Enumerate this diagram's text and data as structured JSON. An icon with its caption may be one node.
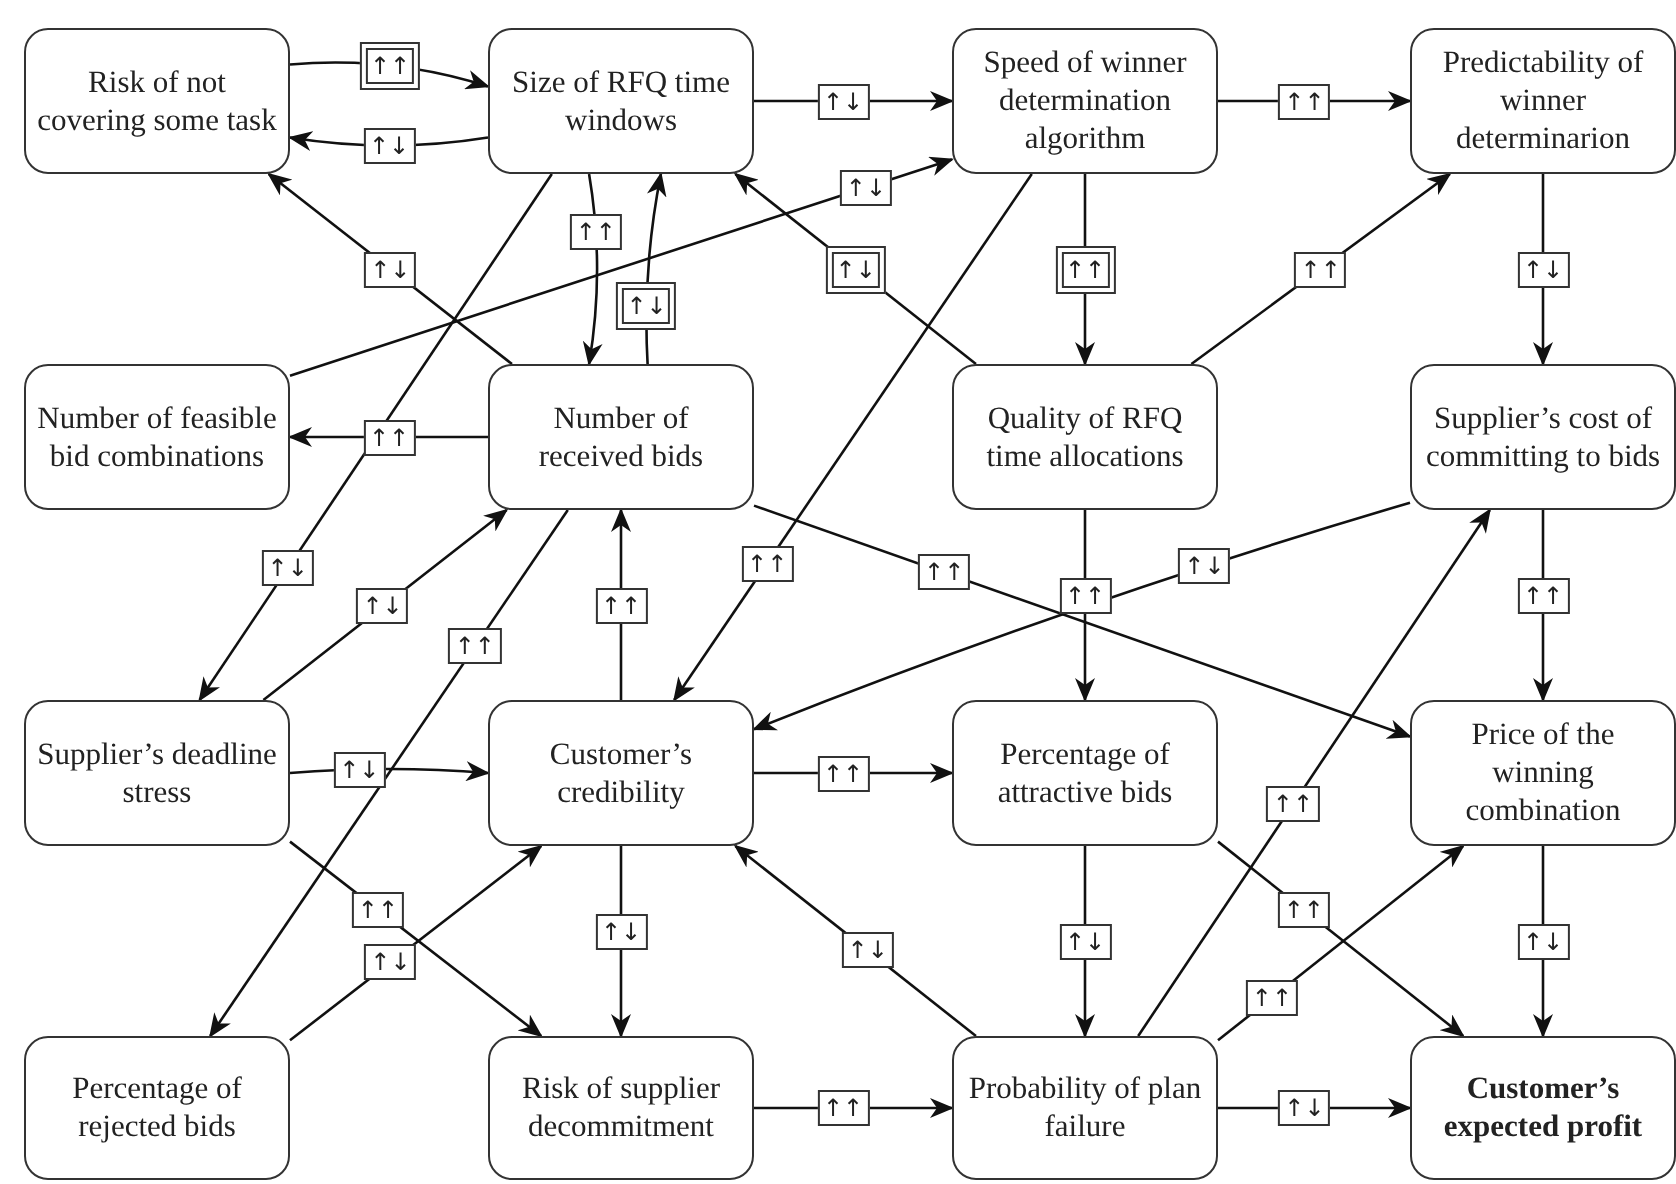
{
  "diagram": {
    "nodes": [
      {
        "text": [
          "Risk of not covering some task"
        ]
      },
      {
        "text": [
          "Size of RFQ time windows"
        ]
      },
      {
        "text": [
          "Speed of winner determination algorithm"
        ]
      },
      {
        "text": [
          "Predictability of winner determinarion"
        ]
      },
      {
        "text": [
          "Number of feasible bid combinations"
        ]
      },
      {
        "text": [
          "Number of received bids"
        ]
      },
      {
        "text": [
          "Quality of RFQ time allocations"
        ]
      },
      {
        "text": [
          "Supplier’s cost of committing to bids"
        ]
      },
      {
        "text": [
          "Supplier’s deadline stress"
        ]
      },
      {
        "text": [
          "Customer’s credibility"
        ]
      },
      {
        "text": [
          "Percentage of attractive bids"
        ]
      },
      {
        "text": [
          "Price of the winning combination"
        ]
      },
      {
        "text": [
          "Percentage of rejected bids"
        ]
      },
      {
        "text": [
          "Risk of supplier decommitment"
        ]
      },
      {
        "text": [
          "Probability of plan failure"
        ]
      },
      {
        "text": [
          "Customer’s expected profit"
        ]
      }
    ],
    "edges": [
      {
        "from": 0,
        "to": 1,
        "arrow": "to",
        "label": "↑↑"
      },
      {
        "from": 1,
        "to": 0,
        "arrow": "to",
        "label": "↑↓"
      },
      {
        "from": 1,
        "to": 2,
        "arrow": "to",
        "label": "↑↓"
      },
      {
        "from": 2,
        "to": 3,
        "arrow": "to",
        "label": "↑↑"
      },
      {
        "from": 4,
        "to": 2,
        "arrow": "to",
        "label": "↑↓"
      },
      {
        "from": 6,
        "to": 1,
        "arrow": "to",
        "label": "↑↓"
      },
      {
        "from": 5,
        "to": 0,
        "arrow": "to",
        "label": "↑↓"
      },
      {
        "from": 1,
        "to": 5,
        "arrow": "to",
        "label": "↑↑"
      },
      {
        "from": 5,
        "to": 1,
        "arrow": "to",
        "label": "↑↓"
      },
      {
        "from": 2,
        "to": 6,
        "arrow": "to",
        "label": "↑↑"
      },
      {
        "from": 6,
        "to": 3,
        "arrow": "to",
        "label": "↑↑"
      },
      {
        "from": 3,
        "to": 7,
        "arrow": "to",
        "label": "↑↓"
      },
      {
        "from": 5,
        "to": 4,
        "arrow": "to",
        "label": "↑↑"
      },
      {
        "from": 1,
        "to": 8,
        "arrow": "to",
        "label": "↑↓"
      },
      {
        "from": 8,
        "to": 5,
        "arrow": "to",
        "label": "↑↓"
      },
      {
        "from": 5,
        "to": 12,
        "arrow": "to",
        "label": "↑↑"
      },
      {
        "from": 9,
        "to": 5,
        "arrow": "to",
        "label": "↑↑"
      },
      {
        "from": 2,
        "to": 9,
        "arrow": "to",
        "label": "↑↑"
      },
      {
        "from": 5,
        "to": 11,
        "arrow": "to",
        "label": "↑↑"
      },
      {
        "from": 6,
        "to": 10,
        "arrow": "to",
        "label": "↑↑"
      },
      {
        "from": 7,
        "to": 9,
        "arrow": "to",
        "label": "↑↓"
      },
      {
        "from": 7,
        "to": 11,
        "arrow": "to",
        "label": "↑↑"
      },
      {
        "from": 8,
        "to": 9,
        "arrow": "to",
        "label": "↑↓"
      },
      {
        "from": 9,
        "to": 10,
        "arrow": "to",
        "label": "↑↑"
      },
      {
        "from": 8,
        "to": 13,
        "arrow": "to",
        "label": "↑↑"
      },
      {
        "from": 12,
        "to": 9,
        "arrow": "to",
        "label": "↑↓"
      },
      {
        "from": 9,
        "to": 13,
        "arrow": "to",
        "label": "↑↓"
      },
      {
        "from": 14,
        "to": 9,
        "arrow": "to",
        "label": "↑↓"
      },
      {
        "from": 10,
        "to": 14,
        "arrow": "to",
        "label": "↑↓"
      },
      {
        "from": 14,
        "to": 7,
        "arrow": "to",
        "label": "↑↑"
      },
      {
        "from": 10,
        "to": 15,
        "arrow": "to",
        "label": "↑↑"
      },
      {
        "from": 14,
        "to": 11,
        "arrow": "to",
        "label": "↑↑"
      },
      {
        "from": 11,
        "to": 15,
        "arrow": "to",
        "label": "↑↓"
      },
      {
        "from": 13,
        "to": 14,
        "arrow": "to",
        "label": "↑↑"
      },
      {
        "from": 14,
        "to": 15,
        "arrow": "to",
        "label": "↑↓"
      }
    ]
  }
}
